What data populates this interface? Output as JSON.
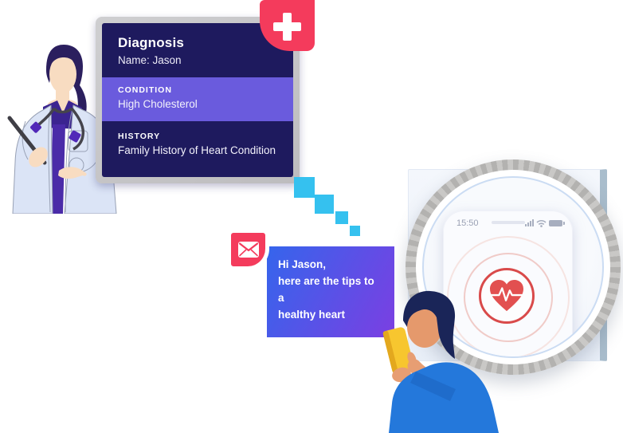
{
  "diagnosis_card": {
    "title": "Diagnosis",
    "patient": "Name: Jason",
    "condition_label": "CONDITION",
    "condition_value": "High Cholesterol",
    "history_label": "HISTORY",
    "history_value": "Family History of Heart Condition"
  },
  "message_card": {
    "greeting": "Hi Jason,",
    "line1": "here are the tips to a",
    "line2": "healthy heart"
  },
  "phone_mockup": {
    "status_time": "15:50"
  },
  "icons": {
    "diagnosis_badge": "medical-plus-icon",
    "message_badge": "envelope-icon",
    "phone_center": "heart-pulse-icon",
    "status_bar": [
      "cellular-signal-icon",
      "wifi-icon",
      "battery-icon"
    ]
  },
  "colors": {
    "badge_red": "#F43B5C",
    "card_navy": "#1E1A5E",
    "condition_purple": "#6A5BDD",
    "message_gradient_start": "#3565EC",
    "message_gradient_end": "#7B3FE2",
    "square_cyan": "#35C1EF",
    "heart_red": "#E25050"
  }
}
